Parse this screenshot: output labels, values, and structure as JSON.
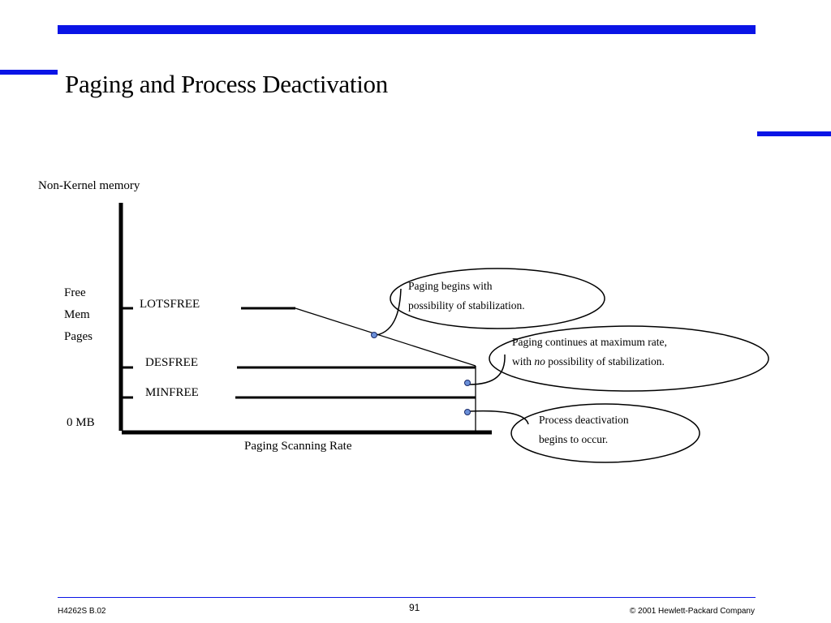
{
  "slide": {
    "title": "Paging and Process Deactivation",
    "accent_color": "#0a14e6"
  },
  "diagram": {
    "y_axis_title": "Non-Kernel memory",
    "y_axis_label_lines": [
      "Free",
      "Mem",
      "Pages"
    ],
    "zero_label": "0 MB",
    "x_axis_label": "Paging Scanning Rate",
    "thresholds": {
      "lotsfree": "LOTSFREE",
      "desfree": "DESFREE",
      "minfree": "MINFREE"
    },
    "callouts": {
      "stabilization": {
        "line1": "Paging begins with",
        "line2": "possibility of stabilization."
      },
      "max_rate": {
        "line1": "Paging continues at maximum rate,",
        "line2_prefix": "with ",
        "line2_emphasis": "no",
        "line2_suffix": " possibility of stabilization."
      },
      "deactivation": {
        "line1": "Process deactivation",
        "line2": "begins to occur."
      }
    },
    "marker_color": "#6a8fd8"
  },
  "footer": {
    "course_code": "H4262S B.02",
    "page_number": "91",
    "copyright": "© 2001 Hewlett-Packard Company"
  }
}
